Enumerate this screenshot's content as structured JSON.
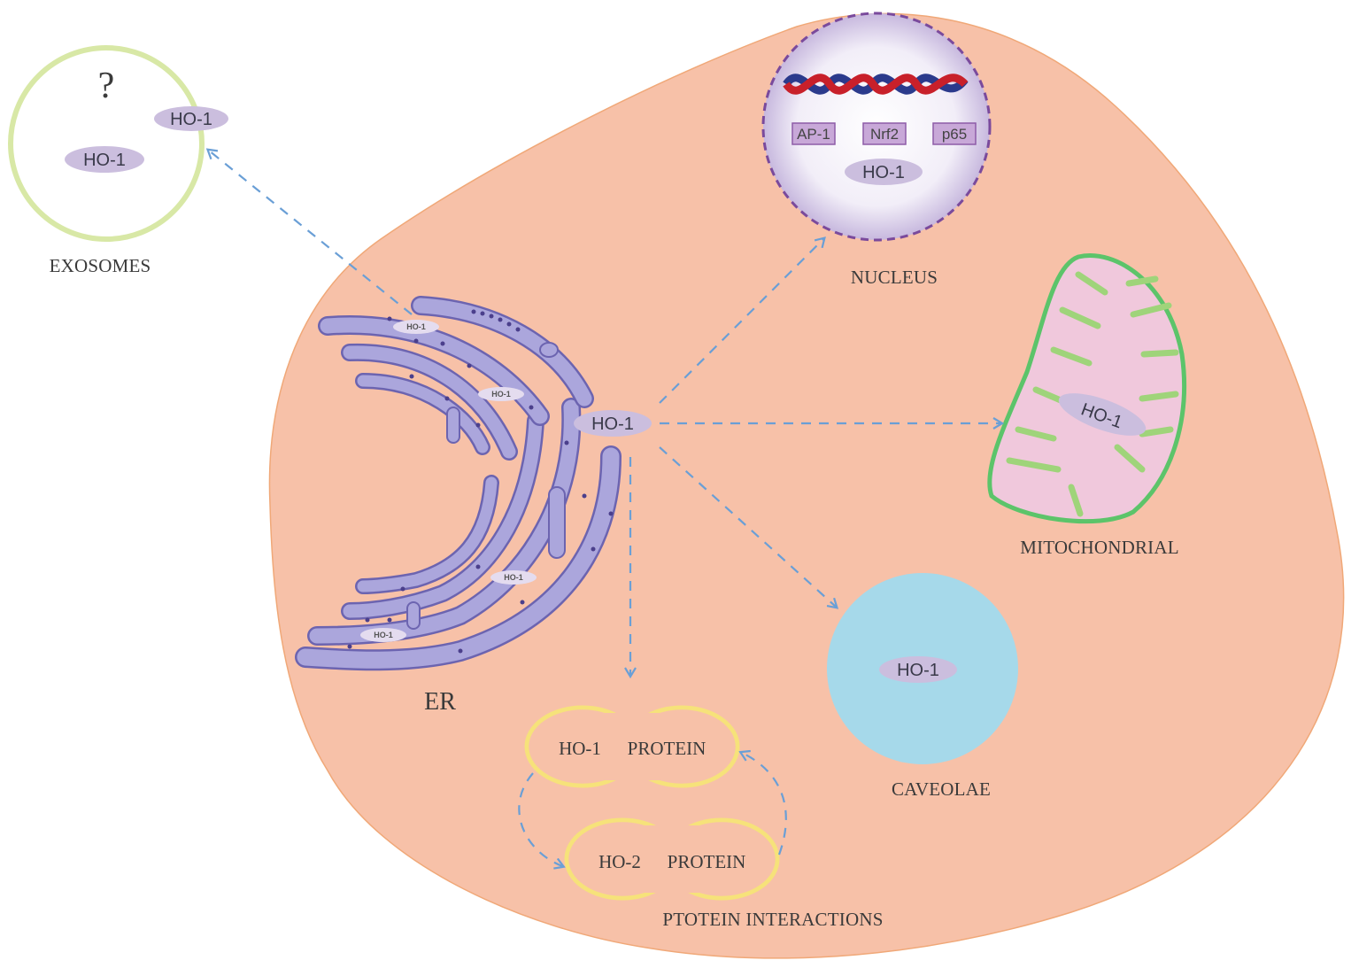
{
  "exosomes": {
    "question": "?",
    "marker_a": "HO-1",
    "marker_b": "HO-1",
    "caption": "EXOSOMES"
  },
  "nucleus": {
    "factors": [
      "AP-1",
      "Nrf2",
      "p65"
    ],
    "marker": "HO-1",
    "caption": "NUCLEUS"
  },
  "mitochondria": {
    "marker": "HO-1",
    "caption": "MITOCHONDRIAL"
  },
  "er": {
    "marker_labels": [
      "HO-1",
      "HO-1",
      "HO-1",
      "HO-1"
    ],
    "caption": "ER"
  },
  "center": {
    "marker": "HO-1"
  },
  "caveolae": {
    "marker": "HO-1",
    "caption": "CAVEOLAE"
  },
  "protein_interactions": {
    "top_left": "HO-1",
    "top_right": "PROTEIN",
    "bottom_left": "HO-2",
    "bottom_right": "PROTEIN",
    "caption": "PTOTEIN INTERACTIONS"
  },
  "colors": {
    "cell": "#f7c1a8",
    "cell_border": "#f0a878",
    "exosome_ring": "#d8e8a6",
    "nucleus_border": "#7a4a9c",
    "mito_outer": "#5cc46a",
    "mito_fill": "#f0c8dc",
    "caveolae": "#a6d9ea",
    "er": "#aba6dc",
    "arrow": "#6a9fd6",
    "marker": "#cbbede",
    "protein_ring": "#f6e27a"
  }
}
